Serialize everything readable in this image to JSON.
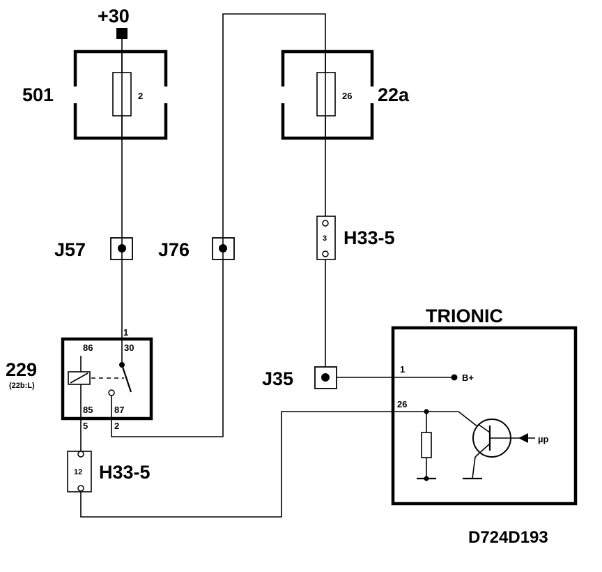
{
  "supply": {
    "label": "+30"
  },
  "fuse_box_501": {
    "label": "501",
    "fuse_label": "2"
  },
  "fuse_box_22a": {
    "label": "22a",
    "fuse_label": "26"
  },
  "connectors": {
    "j57": {
      "label": "J57"
    },
    "j76": {
      "label": "J76"
    },
    "j35": {
      "label": "J35"
    }
  },
  "connector_h33_upper": {
    "label": "H33-5",
    "pin": "3"
  },
  "connector_h33_lower": {
    "label": "H33-5",
    "pin": "12"
  },
  "relay_229": {
    "label": "229",
    "sub_label": "(22b:L)",
    "pins": {
      "p86": "86",
      "p30": "30",
      "p85": "85",
      "p87": "87"
    },
    "wire_labels": {
      "w1": "1",
      "w5": "5",
      "w2": "2"
    }
  },
  "trionic": {
    "title": "TRIONIC",
    "pin1": "1",
    "pin26": "26",
    "bplus": "B+",
    "mu_p": "µp"
  },
  "diagram_id": "D724D193"
}
